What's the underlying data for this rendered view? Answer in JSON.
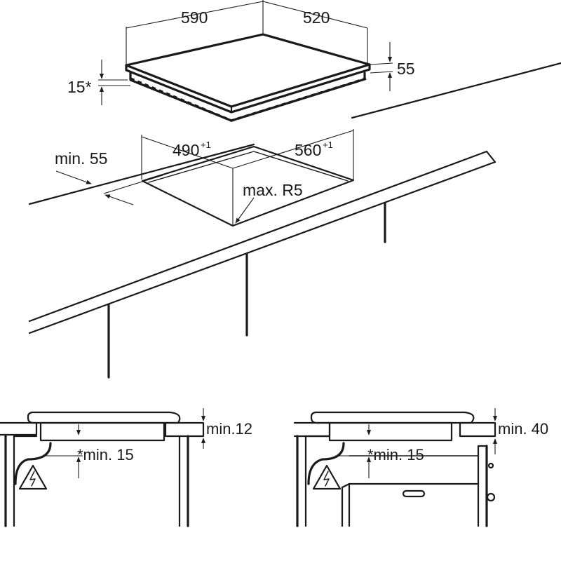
{
  "top_diagram": {
    "hob_width": "590",
    "hob_depth": "520",
    "hob_height": "55",
    "hob_side_clearance": "15*",
    "cutout_width": "490",
    "cutout_width_tolerance": "+1",
    "cutout_depth": "560",
    "cutout_depth_tolerance": "+1",
    "front_edge_min": "min. 55",
    "corner_radius": "max. R5"
  },
  "left_detail": {
    "top_clearance": "min.12",
    "below_clearance": "*min. 15",
    "warning_icon": "electric-hazard-icon"
  },
  "right_detail": {
    "top_clearance": "min. 40",
    "below_clearance": "*min. 15",
    "warning_icon": "electric-hazard-icon"
  }
}
